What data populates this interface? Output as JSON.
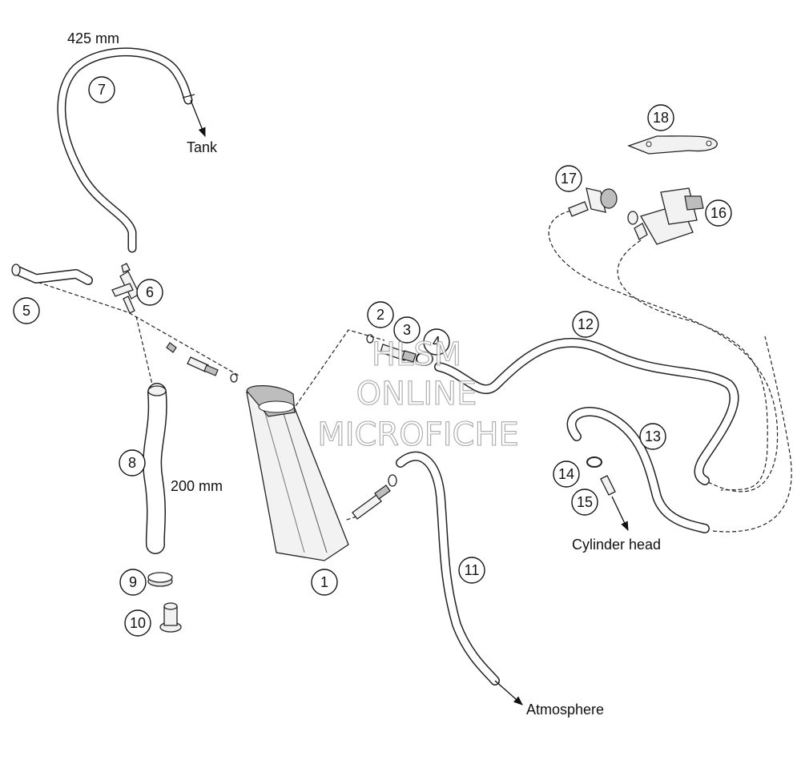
{
  "callouts": [
    {
      "id": "1",
      "label": "1"
    },
    {
      "id": "2",
      "label": "2"
    },
    {
      "id": "3",
      "label": "3"
    },
    {
      "id": "4",
      "label": "4"
    },
    {
      "id": "5",
      "label": "5"
    },
    {
      "id": "6",
      "label": "6"
    },
    {
      "id": "7",
      "label": "7"
    },
    {
      "id": "8",
      "label": "8"
    },
    {
      "id": "9",
      "label": "9"
    },
    {
      "id": "10",
      "label": "10"
    },
    {
      "id": "11",
      "label": "11"
    },
    {
      "id": "12",
      "label": "12"
    },
    {
      "id": "13",
      "label": "13"
    },
    {
      "id": "14",
      "label": "14"
    },
    {
      "id": "15",
      "label": "15"
    },
    {
      "id": "16",
      "label": "16"
    },
    {
      "id": "17",
      "label": "17"
    },
    {
      "id": "18",
      "label": "18"
    }
  ],
  "annotations": {
    "hose_7_length": "425 mm",
    "hose_8_length": "200 mm",
    "to_tank": "Tank",
    "to_cylinder_head": "Cylinder head",
    "to_atmosphere": "Atmosphere"
  },
  "watermark": {
    "line1": "HLSM",
    "line2": "ONLINE",
    "line3": "MICROFICHE"
  }
}
